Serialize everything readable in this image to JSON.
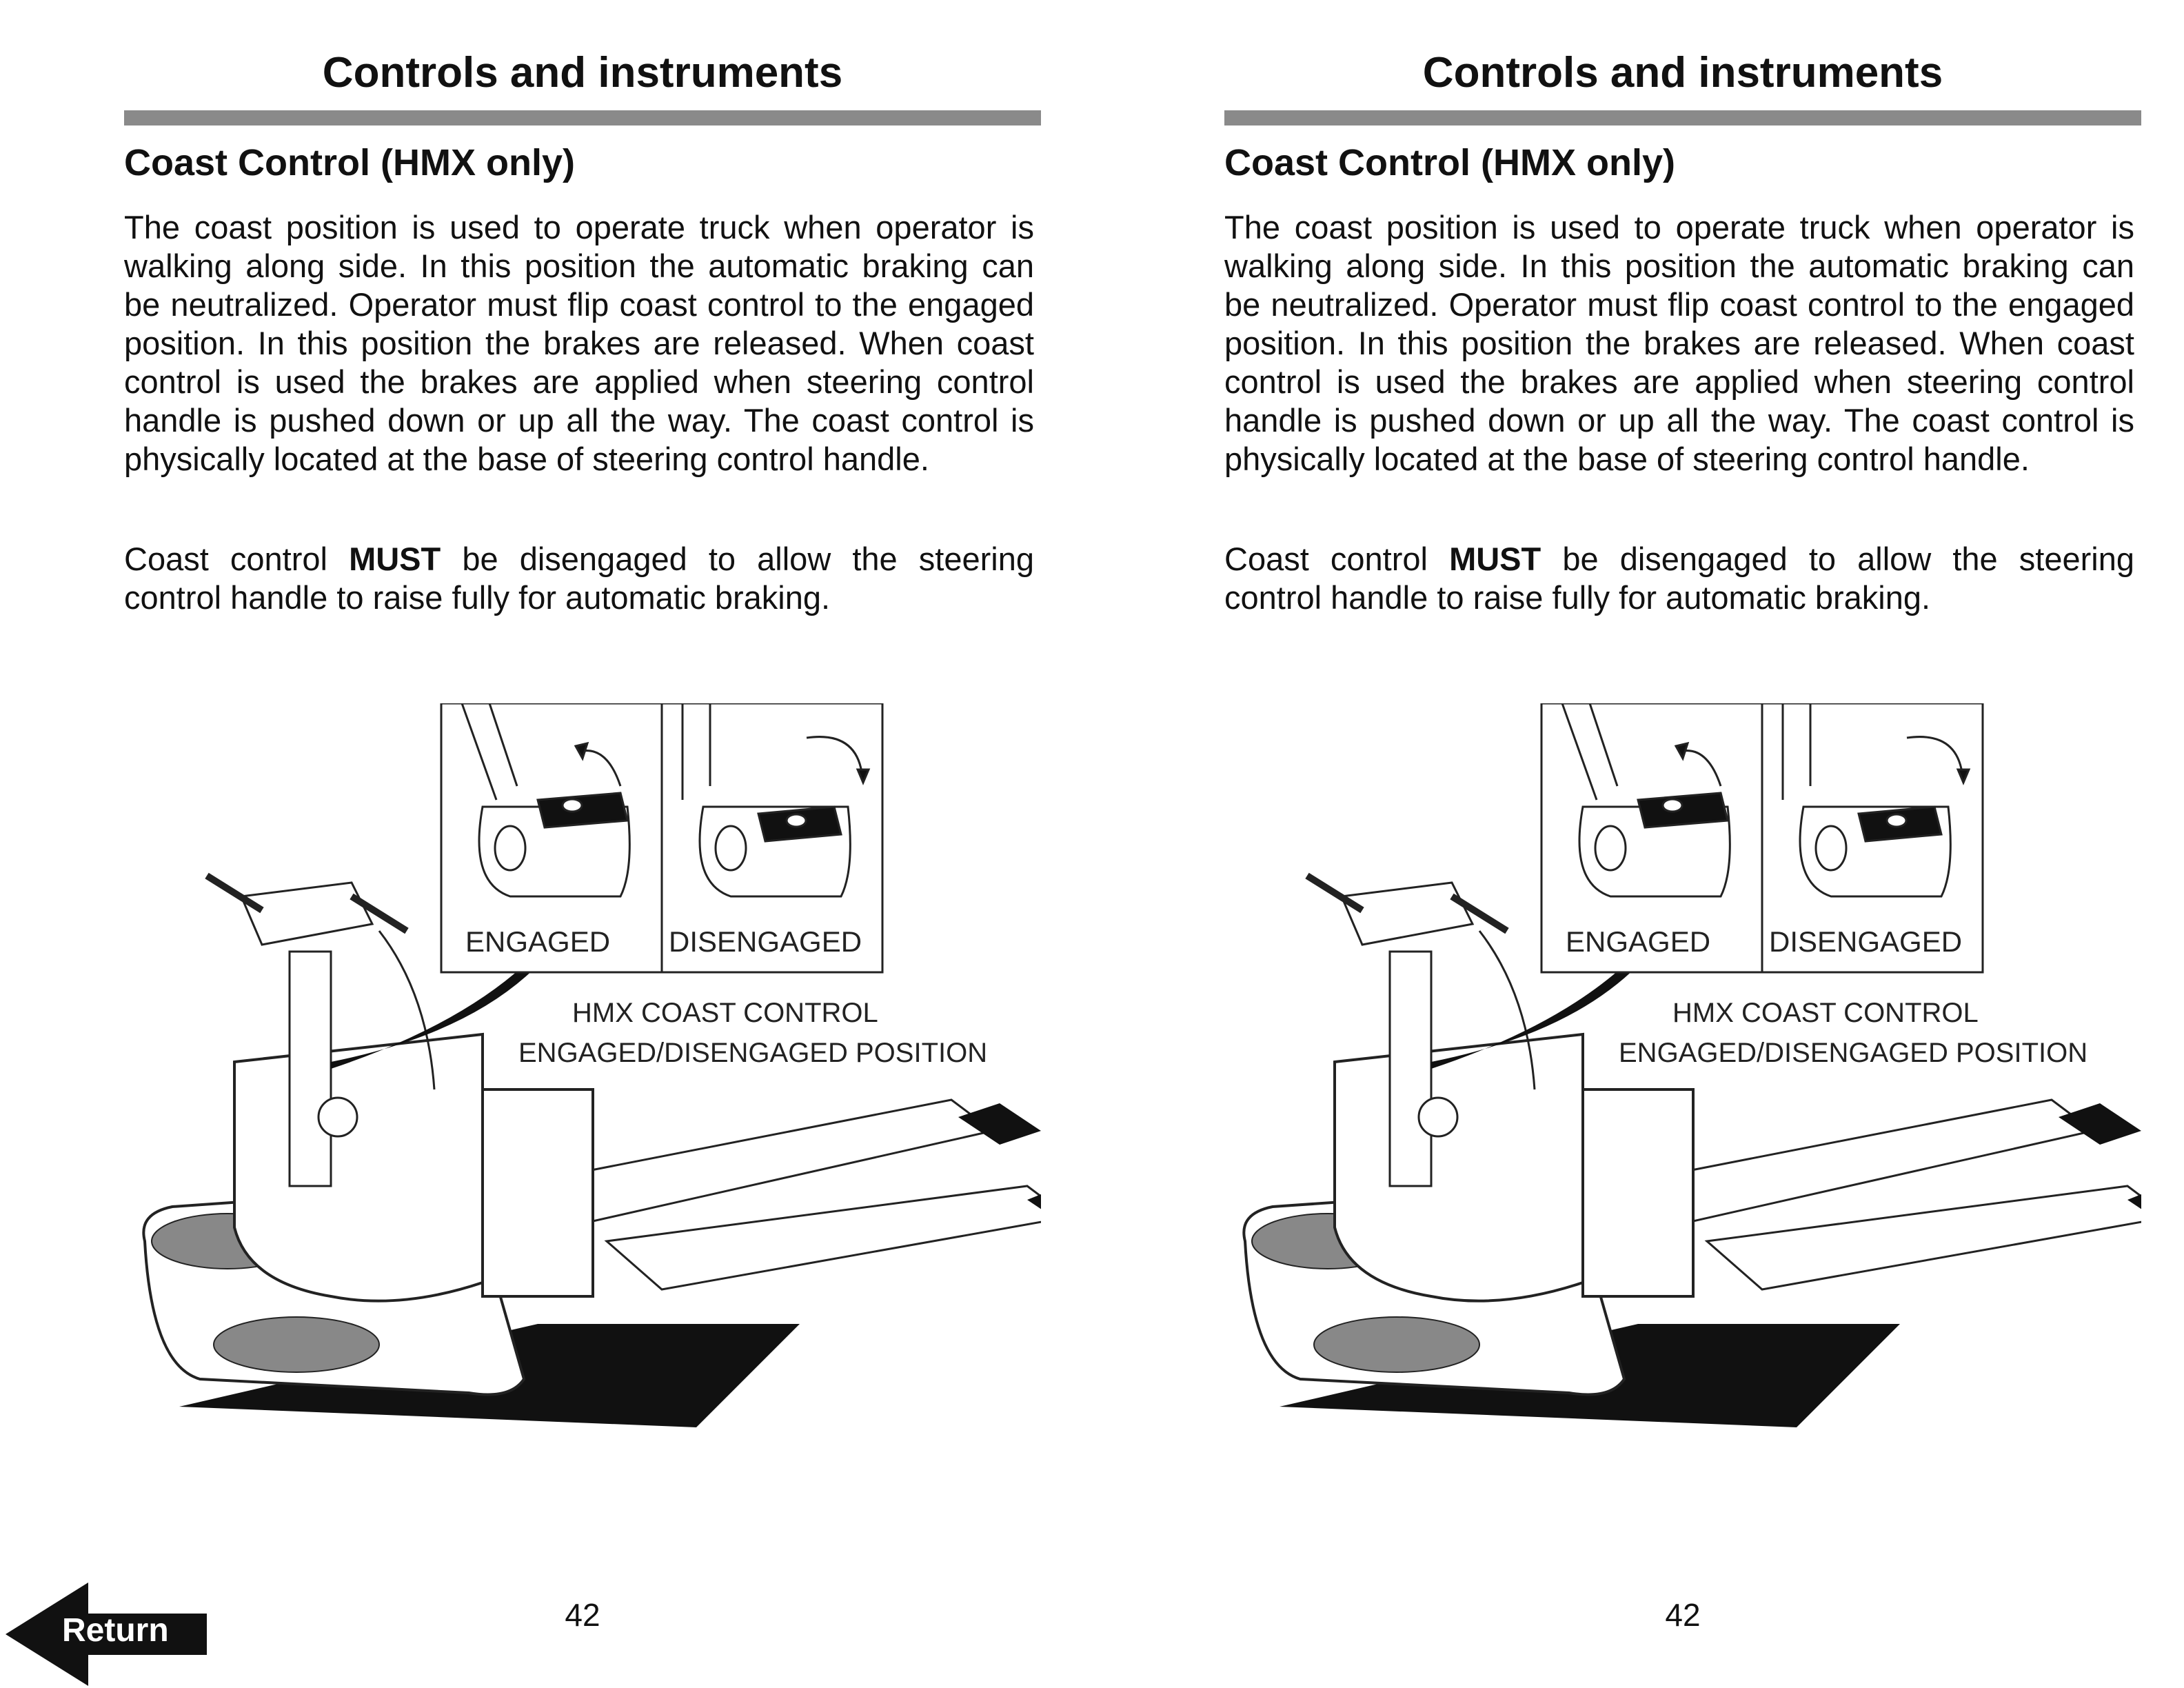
{
  "pages": [
    {
      "title": "Controls and instruments",
      "subtitle": "Coast Control (HMX only)",
      "paragraph1": "The coast position is used to operate truck when operator is walking along side. In this position the automatic braking can be neutralized. Operator must flip coast control to the engaged position. In this position the brakes are released. When coast control is used the brakes are applied when steering control handle is pushed down or up all the way. The coast control is physically located at the base of steering control handle.",
      "paragraph2_before": "Coast control ",
      "paragraph2_bold": "MUST",
      "paragraph2_after": " be disengaged to allow the steering control handle to raise fully for automatic braking.",
      "figure": {
        "engaged_label": "ENGAGED",
        "disengaged_label": "DISENGAGED",
        "caption_line1": "HMX COAST CONTROL",
        "caption_line2": "ENGAGED/DISENGAGED POSITION"
      },
      "page_number": "42"
    },
    {
      "title": "Controls and instruments",
      "subtitle": "Coast Control (HMX only)",
      "paragraph1": "The coast position is used to operate truck when operator is walking along side. In this position the automatic braking can be neutralized. Operator must flip coast control to the engaged position. In this position the brakes are released. When coast control is used the brakes are applied when steering control handle is pushed down or up all the way. The coast control is physically located at the base of steering control handle.",
      "paragraph2_before": "Coast control ",
      "paragraph2_bold": "MUST",
      "paragraph2_after": " be disengaged to allow the steering control handle to raise fully for automatic braking.",
      "figure": {
        "engaged_label": "ENGAGED",
        "disengaged_label": "DISENGAGED",
        "caption_line1": "HMX COAST CONTROL",
        "caption_line2": "ENGAGED/DISENGAGED POSITION"
      },
      "page_number": "42"
    }
  ],
  "return_button": {
    "label": "Return",
    "icon": "left-arrow-icon"
  }
}
